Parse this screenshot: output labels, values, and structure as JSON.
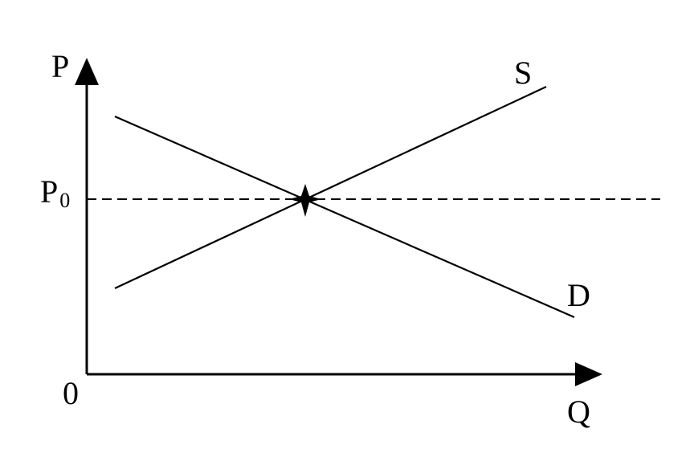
{
  "diagram": {
    "y_axis_label": "P",
    "x_axis_label": "Q",
    "origin_label": "0",
    "price_level_label": "P",
    "price_level_subscript": "0",
    "supply_label": "S",
    "demand_label": "D"
  },
  "colors": {
    "ink": "#000000",
    "background": "#ffffff"
  }
}
